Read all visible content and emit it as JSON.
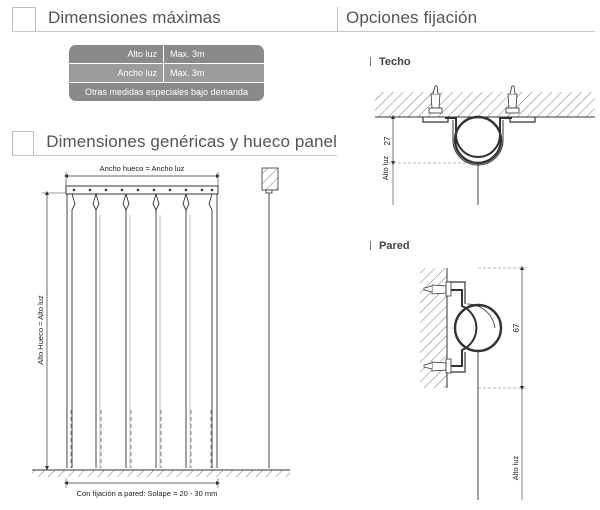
{
  "headers": {
    "dimensiones_maximas": "Dimensiones máximas",
    "opciones_fijacion": "Opciones fijación",
    "dimensiones_genericas": "Dimensiones genéricas y hueco panel"
  },
  "dims_table": {
    "rows": [
      {
        "label": "Alto luz",
        "value": "Max. 3m"
      },
      {
        "label": "Ancho luz",
        "value": "Max. 3m"
      }
    ],
    "note": "Otras medidas especiales bajo demanda"
  },
  "panel_drawing": {
    "top_dimension": "Ancho hueco = Ancho luz",
    "side_dimension": "Alto Hueco = Alto luz",
    "bottom_note": "Con fijación a pared: Solape = 20 - 30 mm"
  },
  "techo": {
    "title": "Techo",
    "dimension": "27",
    "side_label": "Alto luz"
  },
  "pared": {
    "title": "Pared",
    "dimension": "67",
    "side_label": "Alto luz"
  }
}
